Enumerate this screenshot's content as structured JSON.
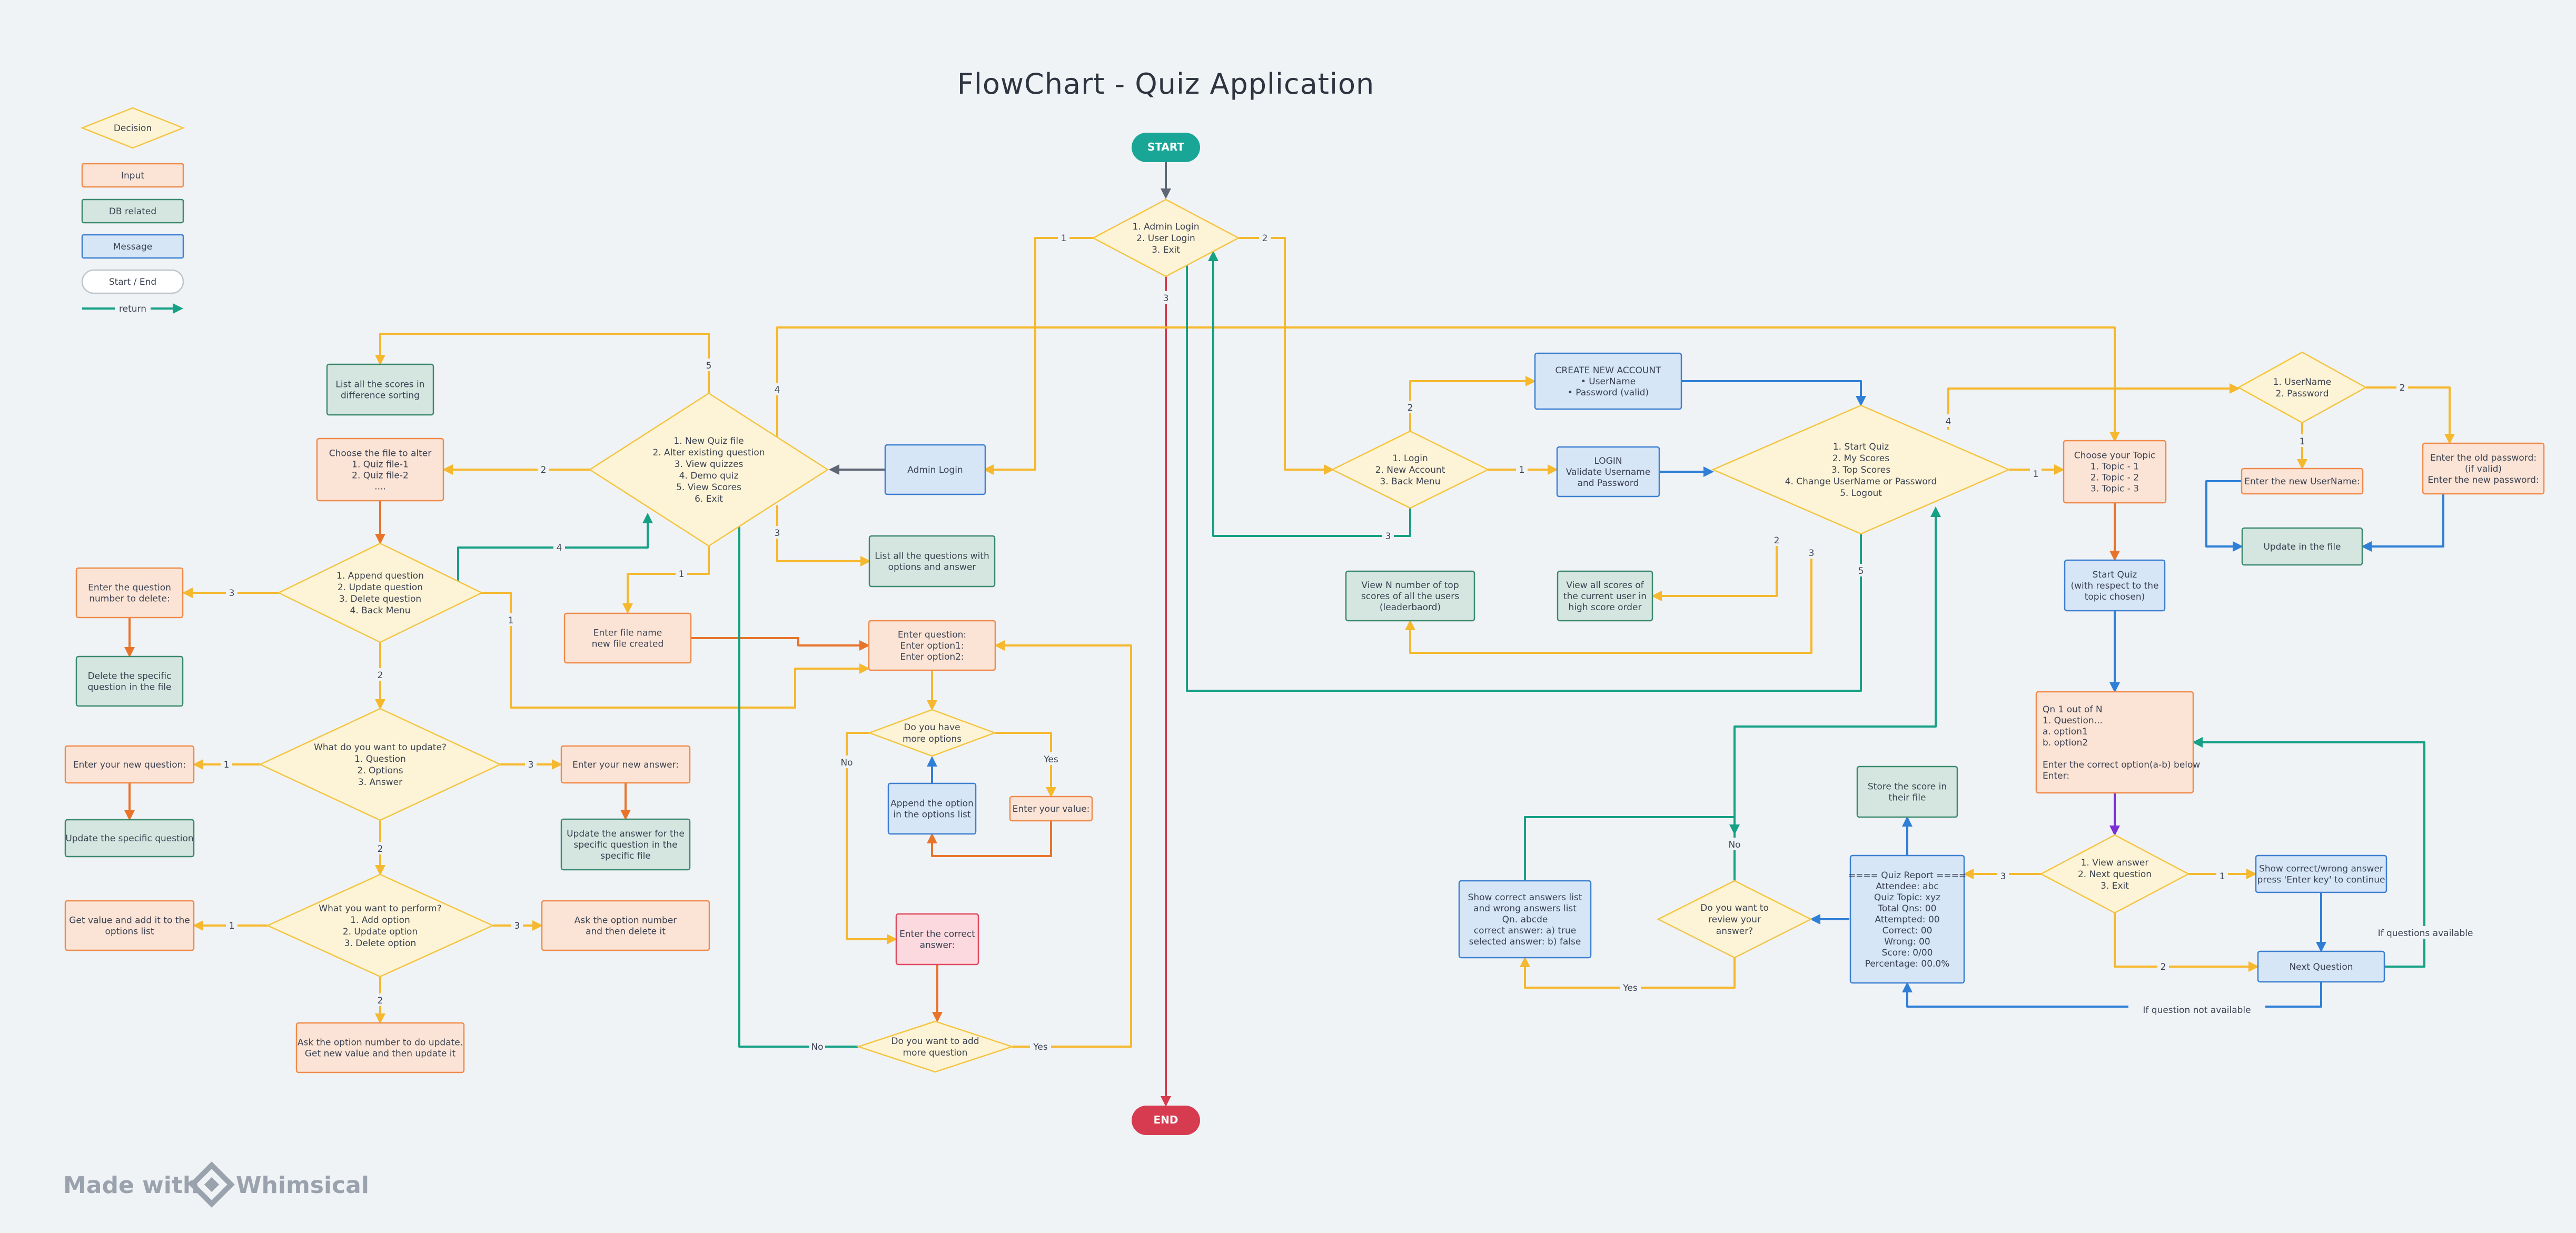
{
  "title": "FlowChart - Quiz Application",
  "brand": {
    "made_with": "Made with",
    "name": "Whimsical"
  },
  "colors": {
    "decision": {
      "fill": "#fdf3d6",
      "stroke": "#f4c542"
    },
    "input": {
      "fill": "#fbe4d6",
      "stroke": "#ef8b4b"
    },
    "db": {
      "fill": "#d4e6df",
      "stroke": "#3b8a6e"
    },
    "message": {
      "fill": "#d6e6f6",
      "stroke": "#3d7fd1"
    },
    "terminal": {
      "fill": "#ffffff",
      "stroke": "#bfc5cc"
    },
    "error": {
      "fill": "#fbd9de",
      "stroke": "#e0495e"
    },
    "yellow": "#f5b82e",
    "orange": "#e8742c",
    "teal": "#16a085",
    "blue": "#2f7fd6",
    "red": "#d63b4f",
    "purple": "#7b2fd6",
    "start": "#1aa697",
    "end": "#d63b4f"
  },
  "legend": [
    {
      "type": "decision",
      "label": "Decision"
    },
    {
      "type": "input",
      "label": "Input"
    },
    {
      "type": "db",
      "label": "DB related"
    },
    {
      "type": "message",
      "label": "Message"
    },
    {
      "type": "terminal",
      "label": "Start / End"
    },
    {
      "type": "return",
      "label": "return"
    }
  ],
  "nodes": [
    {
      "id": "start",
      "type": "start",
      "lines": [
        "START"
      ]
    },
    {
      "id": "end",
      "type": "end",
      "lines": [
        "END"
      ]
    },
    {
      "id": "main",
      "type": "decision",
      "lines": [
        "1.  Admin Login",
        "2.  User Login",
        "3.  Exit"
      ]
    },
    {
      "id": "adminlogin",
      "type": "message",
      "lines": [
        "Admin Login"
      ]
    },
    {
      "id": "admin_menu",
      "type": "decision",
      "lines": [
        "1.  New Quiz file",
        "2.  Alter existing question",
        "3.  View quizzes",
        "4.  Demo quiz",
        "5.  View Scores",
        "6.  Exit"
      ]
    },
    {
      "id": "list_scores",
      "type": "db",
      "lines": [
        "List all the scores in",
        "difference sorting"
      ]
    },
    {
      "id": "choose_file",
      "type": "input",
      "lines": [
        "Choose the file to alter",
        "1.  Quiz file-1",
        "2.  Quiz file-2",
        "...."
      ]
    },
    {
      "id": "append_menu",
      "type": "decision",
      "lines": [
        "1.  Append question",
        "2.  Update question",
        "3.  Delete question",
        "4.  Back Menu"
      ]
    },
    {
      "id": "enter_qnum_del",
      "type": "input",
      "lines": [
        "Enter the question",
        "number to delete:"
      ]
    },
    {
      "id": "delete_q",
      "type": "db",
      "lines": [
        "Delete the specific",
        "question in the file"
      ]
    },
    {
      "id": "update_what",
      "type": "decision",
      "lines": [
        "What do you want to update?",
        "1.  Question",
        "2.  Options",
        "3.  Answer"
      ]
    },
    {
      "id": "enter_new_q",
      "type": "input",
      "lines": [
        "Enter your new question:"
      ]
    },
    {
      "id": "update_specific_q",
      "type": "db",
      "lines": [
        "Update the specific question"
      ]
    },
    {
      "id": "enter_new_ans",
      "type": "input",
      "lines": [
        "Enter your new answer:"
      ]
    },
    {
      "id": "update_ans",
      "type": "db",
      "lines": [
        "Update the answer for the",
        "specific question in the",
        "specific file"
      ]
    },
    {
      "id": "perform",
      "type": "decision",
      "lines": [
        "What you want to perform?",
        "1.  Add option",
        "2.  Update option",
        "3.  Delete option"
      ]
    },
    {
      "id": "get_value",
      "type": "input",
      "lines": [
        "Get value and add it to the",
        "options list"
      ]
    },
    {
      "id": "ask_opt_del",
      "type": "input",
      "lines": [
        "Ask the option number",
        "and then delete it"
      ]
    },
    {
      "id": "ask_opt_upd",
      "type": "input",
      "lines": [
        "Ask the option number to do update.",
        "Get new value and then update it"
      ]
    },
    {
      "id": "list_questions",
      "type": "db",
      "lines": [
        "List all the questions with",
        "options and answer"
      ]
    },
    {
      "id": "enter_filename",
      "type": "input",
      "lines": [
        "Enter file name",
        "new file created"
      ]
    },
    {
      "id": "enter_question",
      "type": "input",
      "lines": [
        "Enter question:",
        "Enter option1:",
        "Enter option2:"
      ]
    },
    {
      "id": "more_options",
      "type": "decision",
      "lines": [
        "Do you have",
        "more options"
      ]
    },
    {
      "id": "append_option",
      "type": "message",
      "lines": [
        "Append the option",
        "in the options list"
      ]
    },
    {
      "id": "enter_value",
      "type": "input",
      "lines": [
        "Enter your value:"
      ]
    },
    {
      "id": "enter_correct",
      "type": "error",
      "lines": [
        "Enter the correct",
        "answer:"
      ]
    },
    {
      "id": "add_more_q",
      "type": "decision",
      "lines": [
        "Do you want to add",
        "more question"
      ]
    },
    {
      "id": "user_menu",
      "type": "decision",
      "lines": [
        "1.  Login",
        "2.  New Account",
        "3.  Back Menu"
      ]
    },
    {
      "id": "create_account",
      "type": "message",
      "lines": [
        "CREATE NEW ACCOUNT",
        "•  UserName",
        "•  Password (valid)"
      ]
    },
    {
      "id": "login",
      "type": "message",
      "lines": [
        "LOGIN",
        "Validate Username",
        "and Password"
      ]
    },
    {
      "id": "user_home",
      "type": "decision",
      "lines": [
        "1.  Start Quiz",
        "2.  My Scores",
        "3.  Top Scores",
        "4.  Change UserName or Password",
        "5.  Logout"
      ]
    },
    {
      "id": "view_top",
      "type": "db",
      "lines": [
        "View N number of top",
        "scores of all the users",
        "(leaderbaord)"
      ]
    },
    {
      "id": "view_mine",
      "type": "db",
      "lines": [
        "View all scores of",
        "the current user in",
        "high score order"
      ]
    },
    {
      "id": "choose_topic",
      "type": "input",
      "lines": [
        "Choose your Topic",
        "1.  Topic - 1",
        "2.  Topic - 2",
        "3.  Topic - 3"
      ]
    },
    {
      "id": "cred_menu",
      "type": "decision",
      "lines": [
        "1.  UserName",
        "2.  Password"
      ]
    },
    {
      "id": "new_username",
      "type": "input",
      "lines": [
        "Enter the new UserName:"
      ]
    },
    {
      "id": "old_pass",
      "type": "input",
      "lines": [
        "Enter the old password:",
        "(if valid)",
        "Enter the new password:"
      ]
    },
    {
      "id": "update_file",
      "type": "db",
      "lines": [
        "Update in the file"
      ]
    },
    {
      "id": "start_quiz",
      "type": "message",
      "lines": [
        "Start Quiz",
        "(with respect to the",
        "topic chosen)"
      ]
    },
    {
      "id": "qn_box",
      "type": "input",
      "align": "left",
      "lines": [
        "Qn 1 out of N",
        "   1.  Question...",
        "a. option1",
        "b. option2",
        "",
        "Enter the correct option(a-b) below",
        "Enter:"
      ]
    },
    {
      "id": "qn_menu",
      "type": "decision",
      "lines": [
        "1.  View answer",
        "2.  Next question",
        "3.  Exit"
      ]
    },
    {
      "id": "show_correct",
      "type": "message",
      "lines": [
        "Show correct/wrong answer",
        "press 'Enter key' to continue"
      ]
    },
    {
      "id": "next_q",
      "type": "message",
      "lines": [
        "Next Question"
      ]
    },
    {
      "id": "report",
      "type": "message",
      "lines": [
        "==== Quiz Report ====",
        "Attendee: abc",
        "Quiz Topic: xyz",
        "Total Qns: 00",
        "Attempted: 00",
        "Correct: 00",
        "Wrong: 00",
        "Score: 0/00",
        "Percentage: 00.0%"
      ]
    },
    {
      "id": "store_score",
      "type": "db",
      "lines": [
        "Store the score in",
        "their file"
      ]
    },
    {
      "id": "review",
      "type": "decision",
      "lines": [
        "Do you want to",
        "review your",
        "answer?"
      ]
    },
    {
      "id": "show_lists",
      "type": "message",
      "lines": [
        "Show correct answers list",
        "and wrong answers list",
        "Qn. abcde",
        "correct answer: a) true",
        "selected answer: b) false"
      ]
    }
  ],
  "edge_labels": [
    {
      "id": "l_main_1",
      "text": "1"
    },
    {
      "id": "l_main_2",
      "text": "2"
    },
    {
      "id": "l_main_3",
      "text": "3"
    },
    {
      "id": "l_admin_5",
      "text": "5"
    },
    {
      "id": "l_admin_4",
      "text": "4"
    },
    {
      "id": "l_admin_2",
      "text": "2"
    },
    {
      "id": "l_admin_3",
      "text": "3"
    },
    {
      "id": "l_admin_1",
      "text": "1"
    },
    {
      "id": "l_append_3",
      "text": "3"
    },
    {
      "id": "l_append_4",
      "text": "4"
    },
    {
      "id": "l_append_2",
      "text": "2"
    },
    {
      "id": "l_append_1",
      "text": "1"
    },
    {
      "id": "l_upd_1",
      "text": "1"
    },
    {
      "id": "l_upd_3",
      "text": "3"
    },
    {
      "id": "l_upd_2",
      "text": "2"
    },
    {
      "id": "l_perf_1",
      "text": "1"
    },
    {
      "id": "l_perf_3",
      "text": "3"
    },
    {
      "id": "l_perf_2",
      "text": "2"
    },
    {
      "id": "l_more_no",
      "text": "No"
    },
    {
      "id": "l_more_yes",
      "text": "Yes"
    },
    {
      "id": "l_addq_no",
      "text": "No"
    },
    {
      "id": "l_addq_yes",
      "text": "Yes"
    },
    {
      "id": "l_user_2",
      "text": "2"
    },
    {
      "id": "l_user_1",
      "text": "1"
    },
    {
      "id": "l_user_3",
      "text": "3"
    },
    {
      "id": "l_home_4",
      "text": "4"
    },
    {
      "id": "l_home_1",
      "text": "1"
    },
    {
      "id": "l_home_2",
      "text": "2"
    },
    {
      "id": "l_home_3",
      "text": "3"
    },
    {
      "id": "l_home_5",
      "text": "5"
    },
    {
      "id": "l_cred_2",
      "text": "2"
    },
    {
      "id": "l_cred_1",
      "text": "1"
    },
    {
      "id": "l_qn_1",
      "text": "1"
    },
    {
      "id": "l_qn_3",
      "text": "3"
    },
    {
      "id": "l_qn_2",
      "text": "2"
    },
    {
      "id": "l_if_avail",
      "text": "If questions available"
    },
    {
      "id": "l_if_not",
      "text": "If question not available"
    },
    {
      "id": "l_rev_no",
      "text": "No"
    },
    {
      "id": "l_rev_yes",
      "text": "Yes"
    }
  ]
}
